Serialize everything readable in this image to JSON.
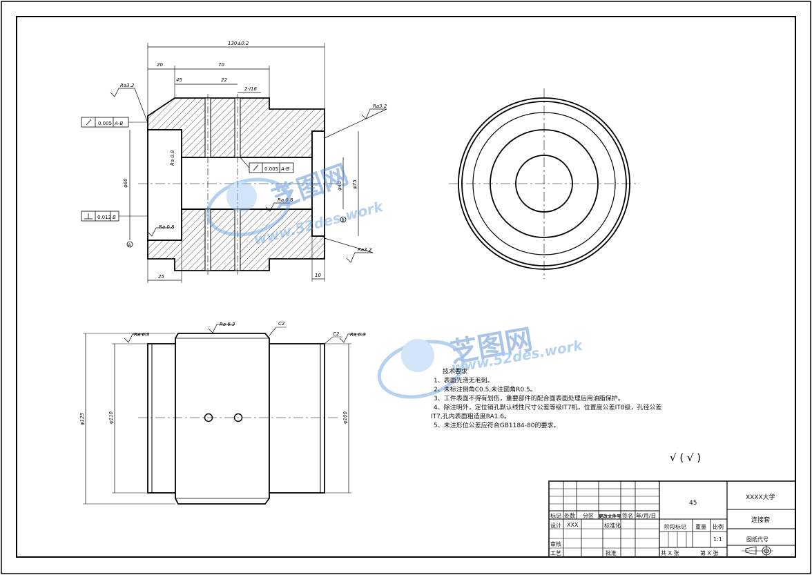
{
  "drawing": {
    "front_view": {
      "dims": {
        "overall": "130±0.2",
        "d20": "20",
        "d70": "70",
        "d45": "45",
        "d22": "22",
        "holes": "2-Ⅰ16",
        "d25": "25",
        "d10": "10",
        "dia_left": "φ60",
        "dia_right1": "φ40",
        "dia_right2": "φ75"
      },
      "roughness": [
        "Ra3.2",
        "Ra3.2",
        "Ra 0.8",
        "Ra 0.8",
        "Ra 0.8",
        "Ra3.2"
      ],
      "tolerances": {
        "tol1_value": "0.005",
        "tol1_datum": "A-B",
        "tol2_value": "0.005",
        "tol2_datum": "A-B",
        "tol3_value": "0.012",
        "tol3_datum": "B"
      },
      "datum_labels": [
        "A",
        "B"
      ]
    },
    "bottom_view": {
      "roughness": [
        "Ra 6.3",
        "Ra 6.3",
        "Ra 6.3"
      ],
      "chamfers": [
        "C2",
        "C2"
      ],
      "dims": {
        "d125": "φ125",
        "d110": "φ110",
        "d100": "φ100"
      }
    },
    "watermark": {
      "brand": "芝图网",
      "url": "www.52des.work"
    },
    "notes": {
      "title": "技术要求",
      "lines": [
        "1、表面光滑无毛刺。",
        "2、未标注倒角C0.5,未注圆角R0.5。",
        "3、工件表面不得有划伤，重要部件的配合面表面处理后用油脂保护。",
        "4、除注明外，定位销孔默认线性尺寸公差等级IT7机，位置度公差IT8级，孔径公差",
        "IT7,孔内表面粗造度RA1.6。",
        "5、未注形位公差应符合GB1184-80的要求。"
      ]
    },
    "roughness_symbol": "√ ( √ )"
  },
  "title_block": {
    "school": "XXXX大学",
    "part_name": "连接套",
    "drawing_code": "图纸代号",
    "material": "45",
    "scale": "1:1",
    "row_labels": {
      "mark": "标记",
      "count": "处数",
      "zone": "分区",
      "doc": "更改文件号",
      "sign": "签名",
      "date": "年/月/日",
      "design": "设计",
      "design_name": "XXX",
      "standard": "标准化",
      "review": "审核",
      "process": "工艺",
      "approve": "批准",
      "stage": "阶段标记",
      "weight": "重量",
      "ratio": "比例",
      "total": "共  X  张",
      "sheet": "第  X  张"
    }
  }
}
